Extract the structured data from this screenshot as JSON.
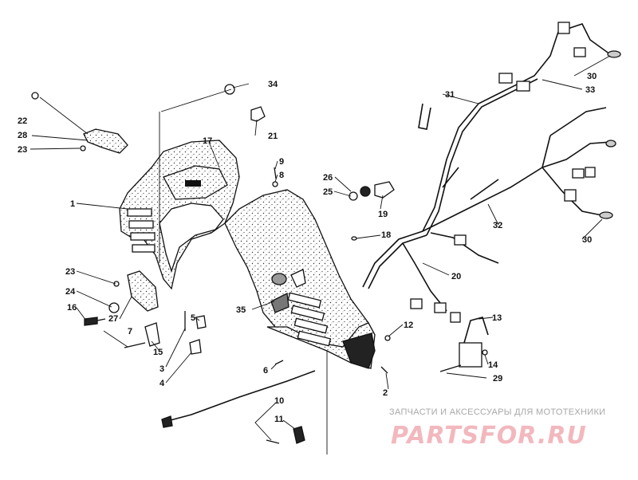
{
  "diagram": {
    "callouts": [
      {
        "id": "c1",
        "label": "1"
      },
      {
        "id": "c2",
        "label": "2"
      },
      {
        "id": "c3",
        "label": "3"
      },
      {
        "id": "c4",
        "label": "4"
      },
      {
        "id": "c5",
        "label": "5"
      },
      {
        "id": "c6",
        "label": "6"
      },
      {
        "id": "c7",
        "label": "7"
      },
      {
        "id": "c8",
        "label": "8"
      },
      {
        "id": "c9",
        "label": "9"
      },
      {
        "id": "c10",
        "label": "10"
      },
      {
        "id": "c11",
        "label": "11"
      },
      {
        "id": "c12",
        "label": "12"
      },
      {
        "id": "c13",
        "label": "13"
      },
      {
        "id": "c14",
        "label": "14"
      },
      {
        "id": "c15",
        "label": "15"
      },
      {
        "id": "c16",
        "label": "16"
      },
      {
        "id": "c17",
        "label": "17"
      },
      {
        "id": "c18",
        "label": "18"
      },
      {
        "id": "c19",
        "label": "19"
      },
      {
        "id": "c20",
        "label": "20"
      },
      {
        "id": "c21",
        "label": "21"
      },
      {
        "id": "c22",
        "label": "22"
      },
      {
        "id": "c23a",
        "label": "23"
      },
      {
        "id": "c23b",
        "label": "23"
      },
      {
        "id": "c24",
        "label": "24"
      },
      {
        "id": "c25",
        "label": "25"
      },
      {
        "id": "c26",
        "label": "26"
      },
      {
        "id": "c27",
        "label": "27"
      },
      {
        "id": "c28",
        "label": "28"
      },
      {
        "id": "c29",
        "label": "29"
      },
      {
        "id": "c30a",
        "label": "30"
      },
      {
        "id": "c30b",
        "label": "30"
      },
      {
        "id": "c31",
        "label": "31"
      },
      {
        "id": "c32",
        "label": "32"
      },
      {
        "id": "c33",
        "label": "33"
      },
      {
        "id": "c34",
        "label": "34"
      },
      {
        "id": "c35",
        "label": "35"
      }
    ]
  },
  "watermark": {
    "tagline": "ЗАПЧАСТИ И АКСЕССУАРЫ ДЛЯ МОТОТЕХНИКИ",
    "brand": "PARTSFOR.RU",
    "color": "#f2b8be"
  }
}
